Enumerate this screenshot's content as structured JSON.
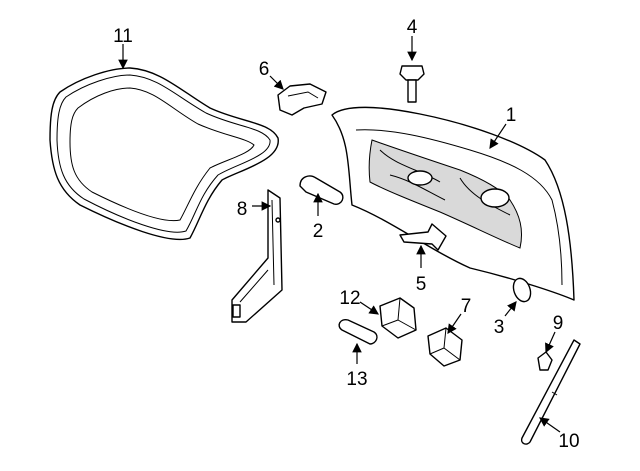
{
  "diagram": {
    "type": "exploded-parts-diagram",
    "callouts": [
      {
        "id": "11",
        "label": "11"
      },
      {
        "id": "6",
        "label": "6"
      },
      {
        "id": "4",
        "label": "4"
      },
      {
        "id": "1",
        "label": "1"
      },
      {
        "id": "8",
        "label": "8"
      },
      {
        "id": "2",
        "label": "2"
      },
      {
        "id": "5",
        "label": "5"
      },
      {
        "id": "12",
        "label": "12"
      },
      {
        "id": "7",
        "label": "7"
      },
      {
        "id": "3",
        "label": "3"
      },
      {
        "id": "9",
        "label": "9"
      },
      {
        "id": "13",
        "label": "13"
      },
      {
        "id": "10",
        "label": "10"
      }
    ]
  }
}
